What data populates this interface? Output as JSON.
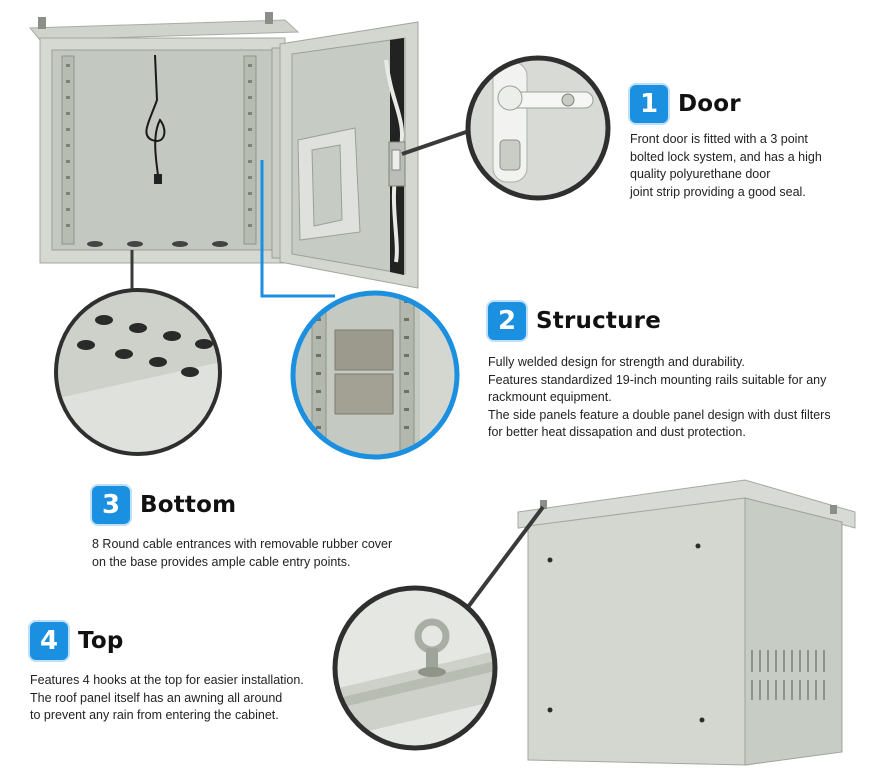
{
  "features": [
    {
      "number": "1",
      "title": "Door",
      "lines": [
        "Front door is fitted with a 3 point",
        "bolted lock system, and has a high",
        "quality  polyurethane door",
        "joint strip providing a good seal."
      ]
    },
    {
      "number": "2",
      "title": "Structure",
      "lines": [
        "Fully welded design for strength and durability.",
        "Features standardized 19-inch mounting rails suitable for any",
        "rackmount equipment.",
        "The side panels feature a double panel design with dust filters",
        "for better heat dissapation and dust protection."
      ]
    },
    {
      "number": "3",
      "title": "Bottom",
      "lines": [
        "8 Round cable entrances with removable rubber cover",
        "on the base provides ample cable entry points."
      ]
    },
    {
      "number": "4",
      "title": "Top",
      "lines": [
        "Features 4 hooks at the top for easier installation.",
        "The roof panel itself has an awning all around",
        "to prevent any rain from entering the cabinet."
      ]
    }
  ],
  "colors": {
    "accent": "#1b8fe0",
    "cabinet": "#d9dcd6",
    "callout_line": "#3a3a3a"
  }
}
